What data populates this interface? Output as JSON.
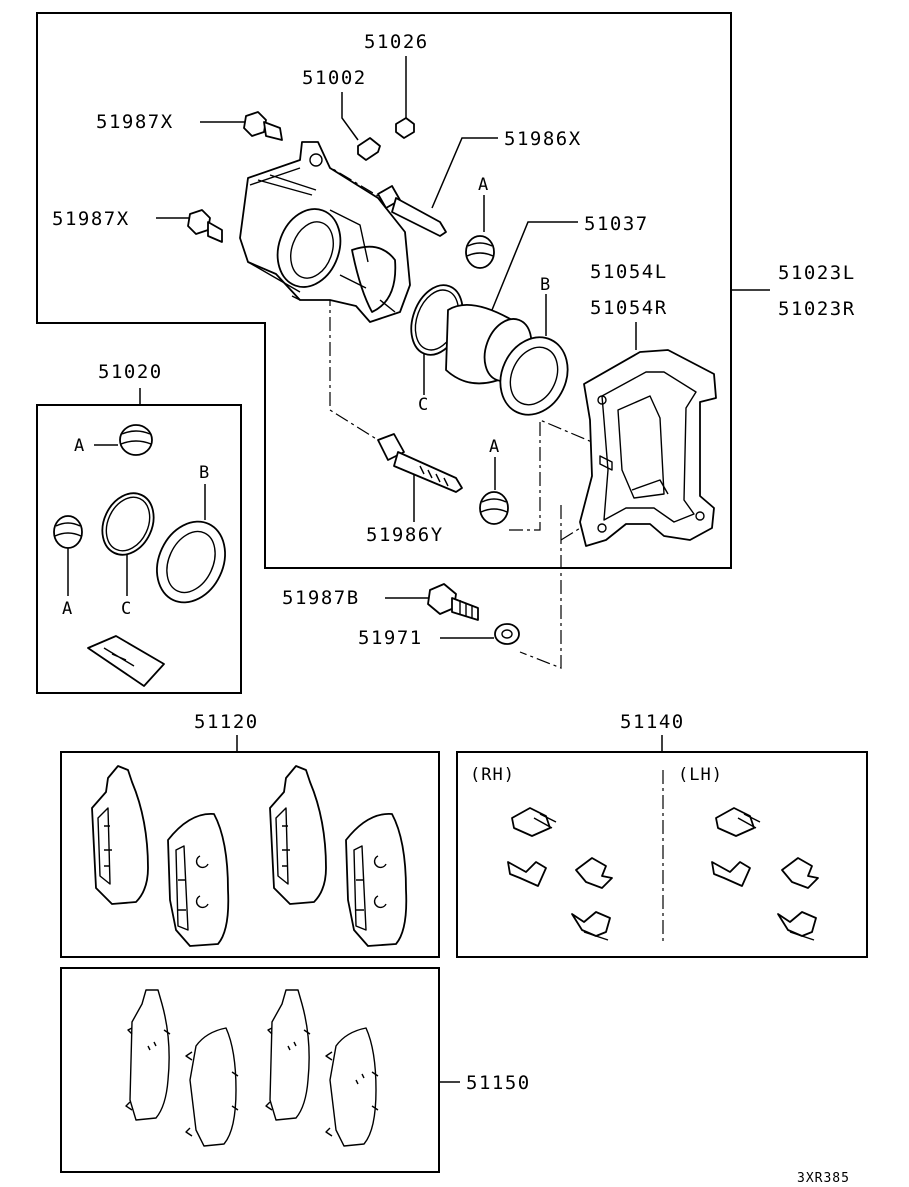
{
  "parts": {
    "p51026": "51026",
    "p51002": "51002",
    "p51987x_top": "51987X",
    "p51986x": "51986X",
    "p51987x_mid": "51987X",
    "p51037": "51037",
    "p51054l": "51054L",
    "p51054r": "51054R",
    "p51023l": "51023L",
    "p51023r": "51023R",
    "p51020": "51020",
    "p51986y": "51986Y",
    "p51987b": "51987B",
    "p51971": "51971",
    "p51120": "51120",
    "p51140": "51140",
    "p51150": "51150"
  },
  "refs": {
    "a": "A",
    "b": "B",
    "c": "C"
  },
  "kit_sides": {
    "rh": "(RH)",
    "lh": "(LH)"
  },
  "diagram_code": "3XR385"
}
